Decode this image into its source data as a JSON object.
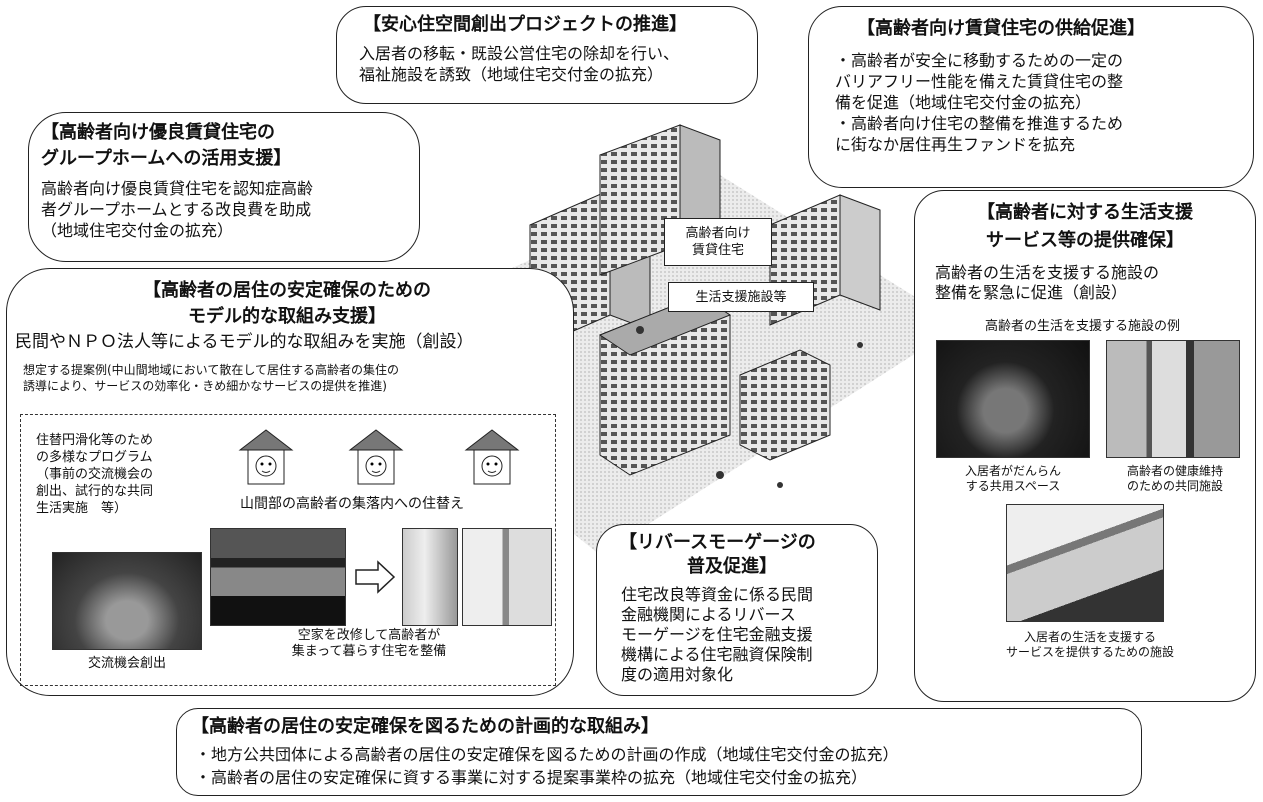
{
  "top_center": {
    "title": "【安心住空間創出プロジェクトの推進】",
    "lines": [
      "入居者の移転・既設公営住宅の除却を行い、",
      "福祉施設を誘致（地域住宅交付金の拡充）"
    ]
  },
  "top_right": {
    "title": "【高齢者向け賃貸住宅の供給促進】",
    "lines": [
      "・高齢者が安全に移動するための一定の",
      "バリアフリー性能を備えた賃貸住宅の整",
      "備を促進（地域住宅交付金の拡充）",
      "・高齢者向け住宅の整備を推進するため",
      "に街なか居住再生ファンドを拡充"
    ]
  },
  "group_home": {
    "title_lines": [
      "【高齢者向け優良賃貸住宅の",
      "グループホームへの活用支援】"
    ],
    "lines": [
      "高齢者向け優良賃貸住宅を認知症高齢",
      "者グループホームとする改良費を助成",
      "（地域住宅交付金の拡充）"
    ]
  },
  "life_support": {
    "title_lines": [
      "【高齢者に対する生活支援",
      "サービス等の提供確保】"
    ],
    "lines": [
      "高齢者の生活を支援する施設の",
      "整備を緊急に促進（創設）"
    ],
    "example_title": "高齢者の生活を支援する施設の例",
    "photo1_caption": [
      "入居者がだんらん",
      "する共用スペース"
    ],
    "photo2_caption": [
      "高齢者の健康維持",
      "のための共同施設"
    ],
    "photo3_caption": [
      "入居者の生活を支援する",
      "サービスを提供するための施設"
    ]
  },
  "model": {
    "title_lines": [
      "【高齢者の居住の安定確保のための",
      "モデル的な取組み支援】"
    ],
    "lead": "民間やＮＰＯ法人等によるモデル的な取組みを実施（創設）",
    "note_lines": [
      "想定する提案例(中山間地域において散在して居住する高齢者の集住の",
      "誘導により、サービスの効率化・きめ細かなサービスの提供を推進)"
    ],
    "program_lines": [
      "住替円滑化等のため",
      "の多様なプログラム",
      "（事前の交流機会の",
      "創出、試行的な共同",
      "生活実施　等）"
    ],
    "move_caption": "山間部の高齢者の集落内への住替え",
    "exchange_caption": "交流機会創出",
    "house_caption": [
      "空家を改修して高齢者が",
      "集まって暮らす住宅を整備"
    ]
  },
  "reverse_mortgage": {
    "title_lines": [
      "【リバースモーゲージの",
      "普及促進】"
    ],
    "lines": [
      "住宅改良等資金に係る民間",
      "金融機関によるリバース",
      "モーゲージを住宅金融支援",
      "機構による住宅融資保険制",
      "度の適用対象化"
    ]
  },
  "illustration": {
    "label1": [
      "高齢者向け",
      "賃貸住宅"
    ],
    "label2": "生活支援施設等"
  },
  "bottom": {
    "title": "【高齢者の居住の安定確保を図るための計画的な取組み】",
    "lines": [
      "・地方公共団体による高齢者の居住の安定確保を図るための計画の作成（地域住宅交付金の拡充）",
      "・高齢者の居住の安定確保に資する事業に対する提案事業枠の拡充（地域住宅交付金の拡充）"
    ]
  }
}
